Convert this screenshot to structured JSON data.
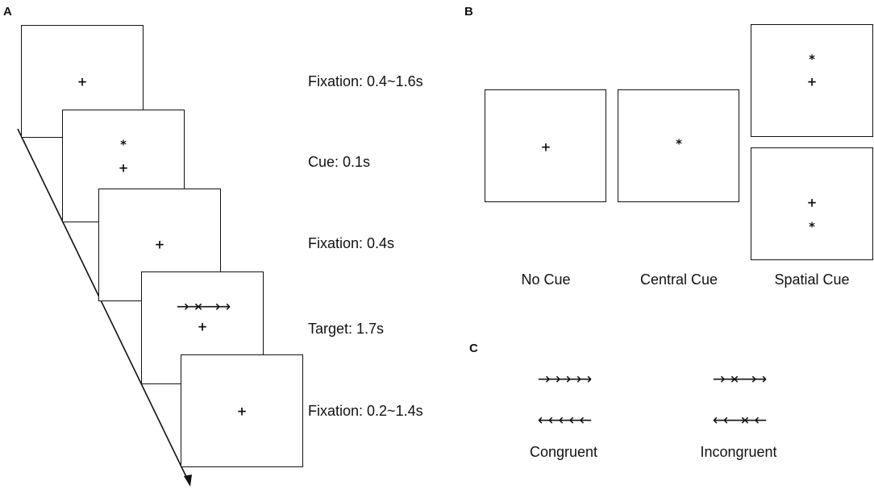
{
  "panels": {
    "a": "A",
    "b": "B",
    "c": "C"
  },
  "symbols": {
    "fixation": "+",
    "cue": "*"
  },
  "panel_a": {
    "frames": [
      {
        "top": "",
        "bottom": "+"
      },
      {
        "top": "*",
        "bottom": "+"
      },
      {
        "top": "",
        "bottom": "+"
      },
      {
        "top": "→→←→→",
        "bottom": "+"
      },
      {
        "top": "",
        "bottom": "+"
      }
    ],
    "durations": [
      "Fixation: 0.4~1.6s",
      "Cue: 0.1s",
      "Fixation: 0.4s",
      "Target: 1.7s",
      "Fixation: 0.2~1.4s"
    ]
  },
  "panel_b": {
    "labels": [
      "No Cue",
      "Central Cue",
      "Spatial Cue"
    ]
  },
  "panel_c": {
    "congruent": {
      "upper": "→→→→→",
      "lower": "←←←←←",
      "label": "Congruent"
    },
    "incongruent": {
      "upper": "→→←→→",
      "lower": "←←→←←",
      "label": "Incongruent"
    }
  }
}
